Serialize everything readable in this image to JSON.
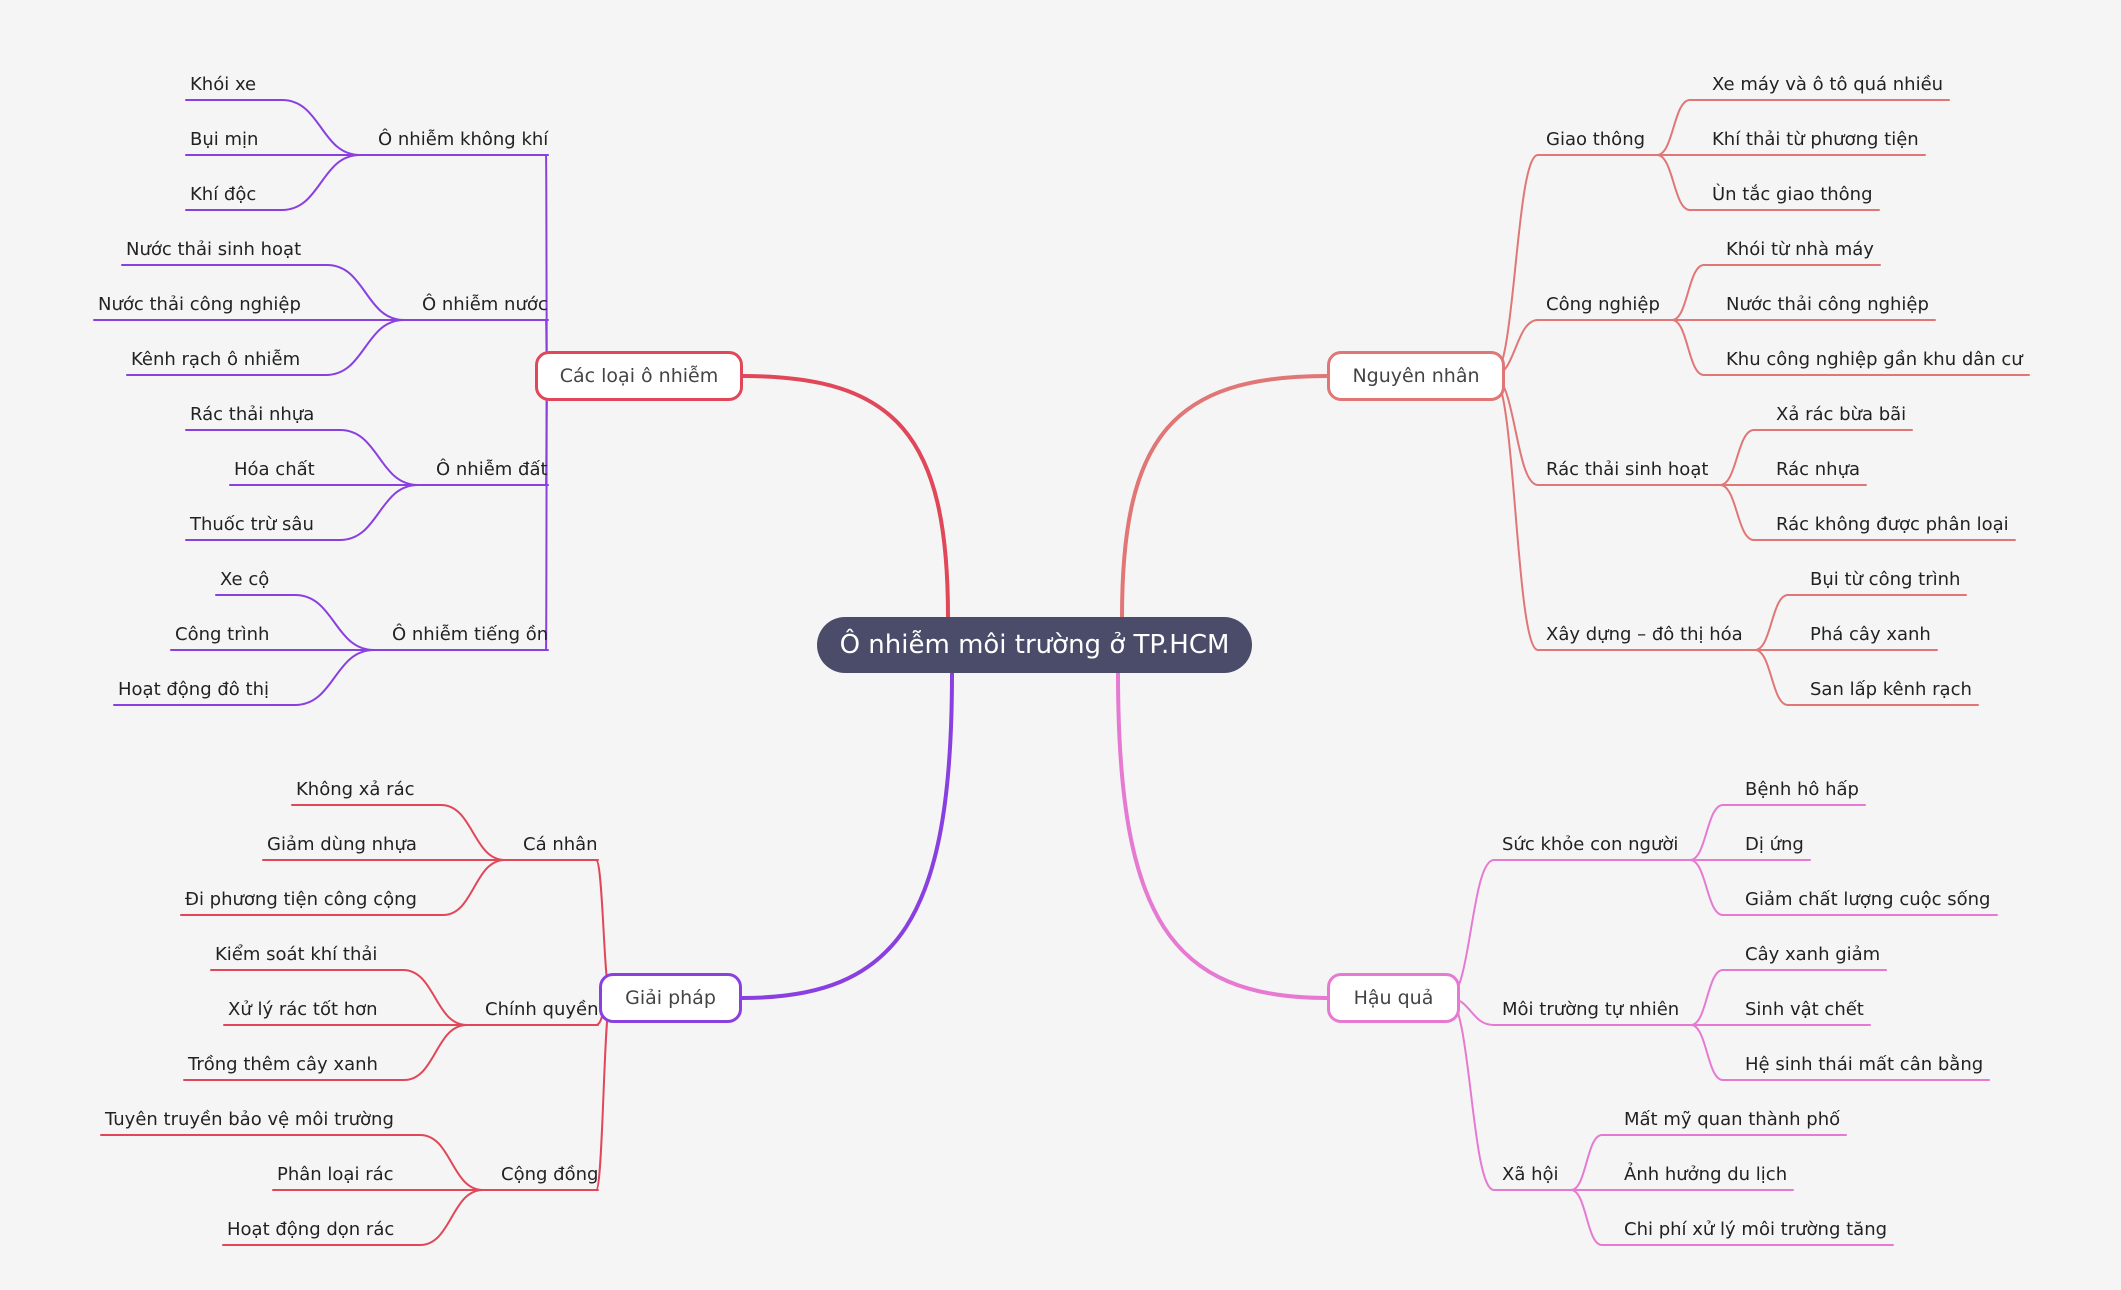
{
  "root": {
    "label": "Ô nhiễm môi trường ở TP.HCM",
    "color": "#4a4c6a"
  },
  "branches": [
    {
      "label": "Các loại ô nhiễm",
      "color": "#e0485a",
      "childColor": "#8a3fe0",
      "children": [
        {
          "label": "Ô nhiễm không khí",
          "leaves": [
            "Khói xe",
            "Bụi mịn",
            "Khí độc"
          ]
        },
        {
          "label": "Ô nhiễm nước",
          "leaves": [
            "Nước thải sinh hoạt",
            "Nước thải công nghiệp",
            "Kênh rạch ô nhiễm"
          ]
        },
        {
          "label": "Ô nhiễm đất",
          "leaves": [
            "Rác thải nhựa",
            "Hóa chất",
            "Thuốc trừ sâu"
          ]
        },
        {
          "label": "Ô nhiễm tiếng ồn",
          "leaves": [
            "Xe cộ",
            "Công trình",
            "Hoạt động đô thị"
          ]
        }
      ]
    },
    {
      "label": "Nguyên nhân",
      "color": "#e07676",
      "childColor": "#e07676",
      "children": [
        {
          "label": "Giao thông",
          "leaves": [
            "Xe máy và ô tô quá nhiều",
            "Khí thải từ phương tiện",
            "Ùn tắc giao thông"
          ]
        },
        {
          "label": "Công nghiệp",
          "leaves": [
            "Khói từ nhà máy",
            "Nước thải công nghiệp",
            "Khu công nghiệp gần khu dân cư"
          ]
        },
        {
          "label": "Rác thải sinh hoạt",
          "leaves": [
            "Xả rác bừa bãi",
            "Rác nhựa",
            "Rác không được phân loại"
          ]
        },
        {
          "label": "Xây dựng – đô thị hóa",
          "leaves": [
            "Bụi từ công trình",
            "Phá cây xanh",
            "San lấp kênh rạch"
          ]
        }
      ]
    },
    {
      "label": "Giải pháp",
      "color": "#8a3fe0",
      "childColor": "#e0485a",
      "children": [
        {
          "label": "Cá nhân",
          "leaves": [
            "Không xả rác",
            "Giảm dùng nhựa",
            "Đi phương tiện công cộng"
          ]
        },
        {
          "label": "Chính quyền",
          "leaves": [
            "Kiểm soát khí thải",
            "Xử lý rác tốt hơn",
            "Trồng thêm cây xanh"
          ]
        },
        {
          "label": "Cộng đồng",
          "leaves": [
            "Tuyên truyền bảo vệ môi trường",
            "Phân loại rác",
            "Hoạt động dọn rác"
          ]
        }
      ]
    },
    {
      "label": "Hậu quả",
      "color": "#e67ad2",
      "childColor": "#e67ad2",
      "children": [
        {
          "label": "Sức khỏe con người",
          "leaves": [
            "Bệnh hô hấp",
            "Dị ứng",
            "Giảm chất lượng cuộc sống"
          ]
        },
        {
          "label": "Môi trường tự nhiên",
          "leaves": [
            "Cây xanh giảm",
            "Sinh vật chết",
            "Hệ sinh thái mất cân bằng"
          ]
        },
        {
          "label": "Xã hội",
          "leaves": [
            "Mất mỹ quan thành phố",
            "Ảnh hưởng du lịch",
            "Chi phí xử lý môi trường tăng"
          ]
        }
      ]
    }
  ]
}
